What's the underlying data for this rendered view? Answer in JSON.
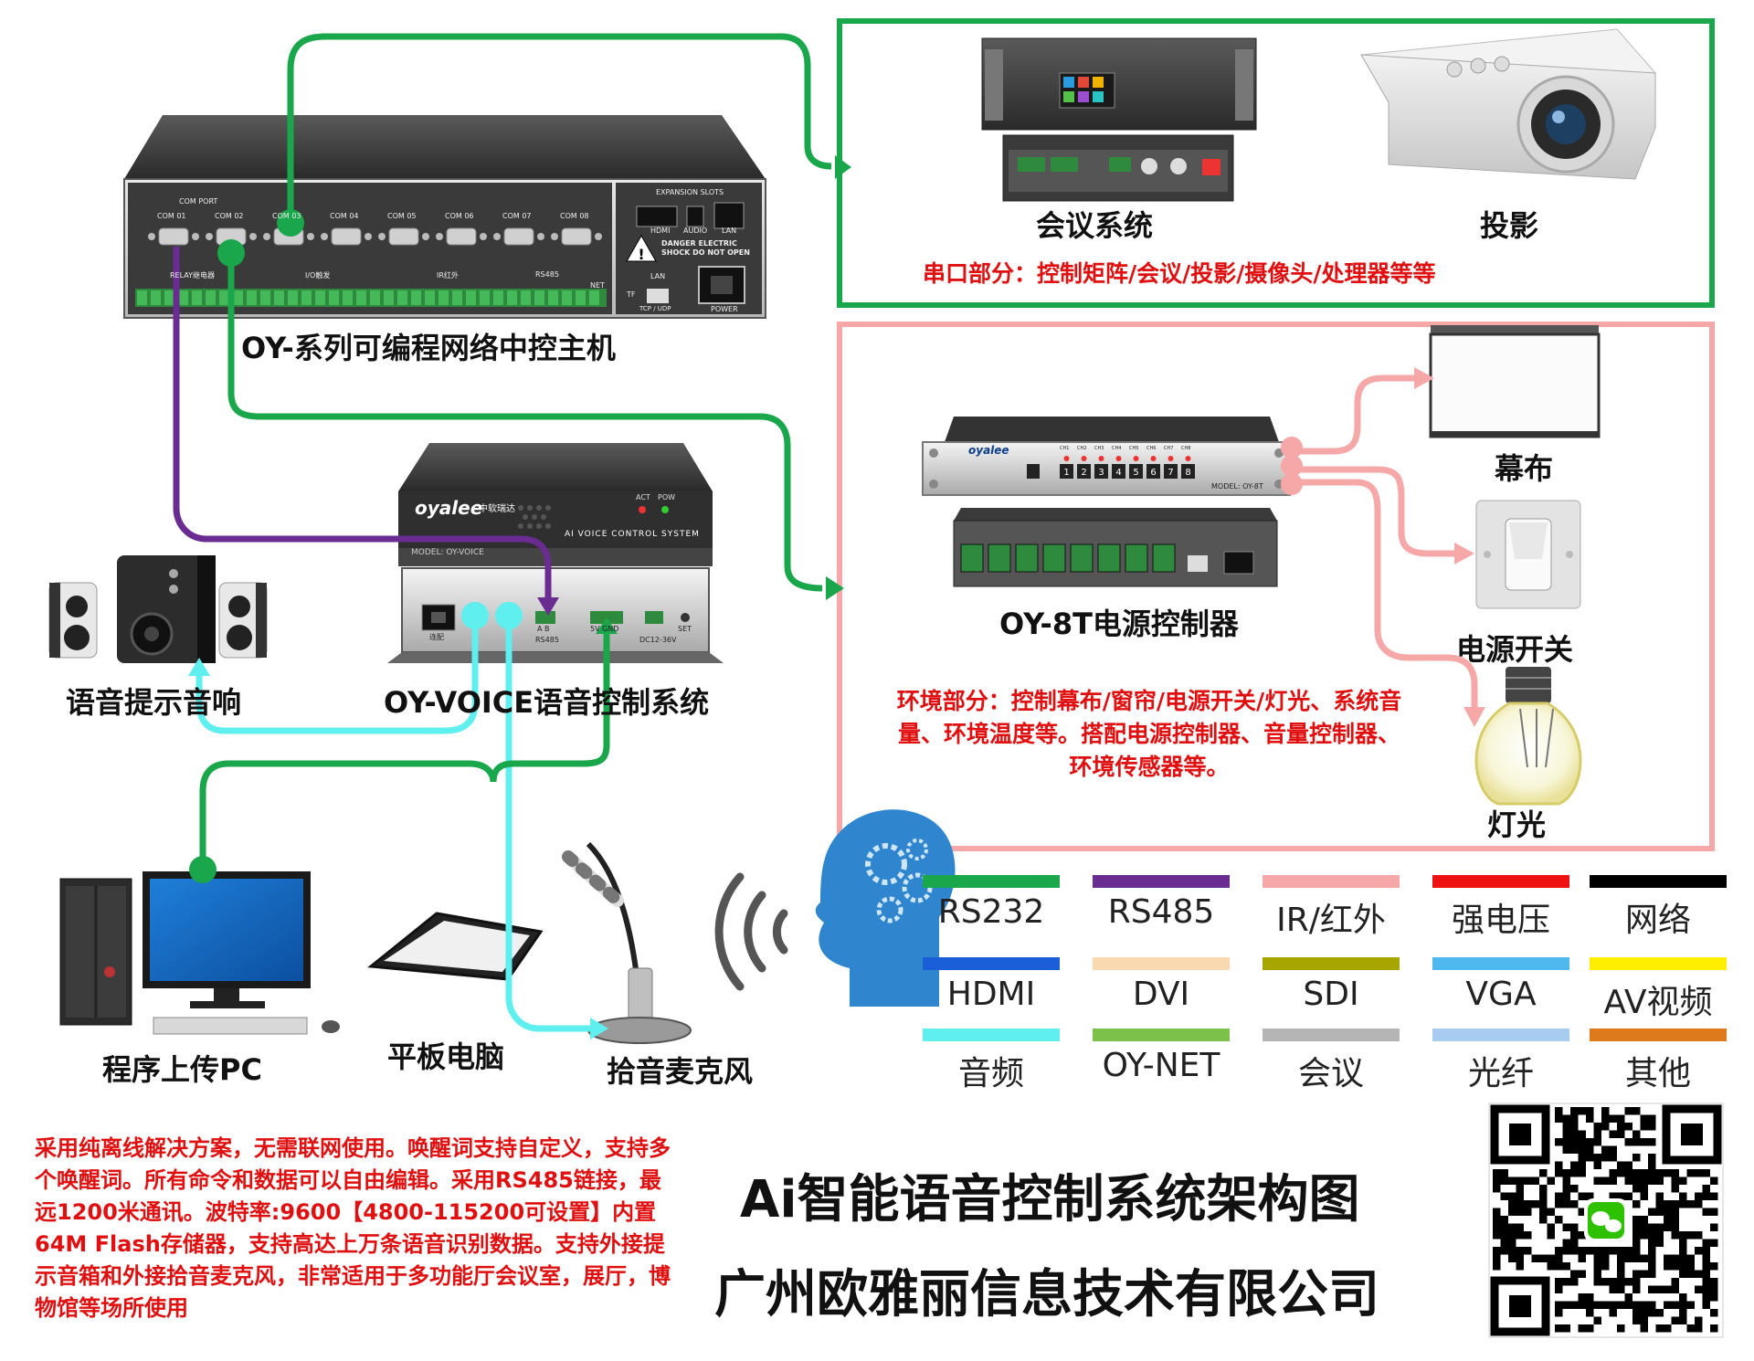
{
  "devices": {
    "host_label": "OY-系列可编程网络中控主机",
    "host_panel": {
      "com_port": "COM PORT",
      "com_ports": [
        "COM 01",
        "COM 02",
        "COM 03",
        "COM 04",
        "COM 05",
        "COM 06",
        "COM 07",
        "COM 08"
      ],
      "relay": "RELAY继电器",
      "io": "I/O触发",
      "ir": "IR红外",
      "rs485": "RS485",
      "net": "NET",
      "expansion": "EXPANSION SLOTS",
      "hdmi": "HDMI",
      "audio": "AUDIO",
      "lan": "LAN",
      "danger": "DANGER ELECTRIC",
      "shock": "SHOCK DO NOT OPEN",
      "lan2": "LAN",
      "tcp": "TCP / UDP",
      "power": "POWER",
      "tf": "TF"
    },
    "voice_label": "OY-VOICE语音控制系统",
    "voice_panel": {
      "brand": "oyalee",
      "brand_cn": "中软瑞达",
      "act": "ACT",
      "pow": "POW",
      "system": "AI VOICE CONTROL SYSTEM",
      "model": "MODEL: OY-VOICE",
      "port_a": "A B",
      "port_rs485": "RS485",
      "port_5v": "5V GND",
      "dc": "DC12-36V",
      "set": "SET",
      "link": "连配"
    },
    "speaker_label": "语音提示音响",
    "conf_label": "会议系统",
    "projector_label": "投影",
    "serial_note": "串口部分：控制矩阵/会议/投影/摄像头/处理器等等",
    "power_ctrl_label": "OY-8T电源控制器",
    "power_ctrl_panel": {
      "model": "MODEL: OY-8T",
      "channels": [
        "CH1",
        "CH2",
        "CH3",
        "CH4",
        "CH5",
        "CH6",
        "CH7",
        "CH8"
      ],
      "nums": [
        "1",
        "2",
        "3",
        "4",
        "5",
        "6",
        "7",
        "8"
      ]
    },
    "screen_label": "幕布",
    "switch_label": "电源开关",
    "light_label": "灯光",
    "env_note": "环境部分：控制幕布/窗帘/电源开关/灯光、系统音量、环境温度等。搭配电源控制器、音量控制器、环境传感器等。",
    "pc_label": "程序上传PC",
    "tablet_label": "平板电脑",
    "mic_label": "拾音麦克风"
  },
  "legend": [
    {
      "label": "RS232",
      "color": "#1aa64b"
    },
    {
      "label": "RS485",
      "color": "#6a2c91"
    },
    {
      "label": "IR/红外",
      "color": "#f6a8a8"
    },
    {
      "label": "强电压",
      "color": "#ee1111"
    },
    {
      "label": "网络",
      "color": "#000000"
    },
    {
      "label": "HDMI",
      "color": "#1a5fd8"
    },
    {
      "label": "DVI",
      "color": "#f8d9b0"
    },
    {
      "label": "SDI",
      "color": "#a7a600"
    },
    {
      "label": "VGA",
      "color": "#4fb8ee"
    },
    {
      "label": "AV视频",
      "color": "#ffee00"
    },
    {
      "label": "音频",
      "color": "#5fefef"
    },
    {
      "label": "OY-NET",
      "color": "#7cc24a"
    },
    {
      "label": "会议",
      "color": "#b5b5b5"
    },
    {
      "label": "光纤",
      "color": "#a8ccef"
    },
    {
      "label": "其他",
      "color": "#de7a1c"
    }
  ],
  "footer": {
    "description": "采用纯离线解决方案，无需联网使用。唤醒词支持自定义，支持多个唤醒词。所有命令和数据可以自由编辑。采用RS485链接，最远1200米通讯。波特率:9600【4800-115200可设置】内置64M Flash存储器，支持高达上万条语音识别数据。支持外接提示音箱和外接拾音麦克风，非常适用于多功能厅会议室，展厅，博物馆等场所使用",
    "title": "Ai智能语音控制系统架构图",
    "company": "广州欧雅丽信息技术有限公司"
  },
  "icons": [
    "qr-code-icon",
    "wechat-icon",
    "brain-head-icon",
    "wifi-signal-icon"
  ]
}
